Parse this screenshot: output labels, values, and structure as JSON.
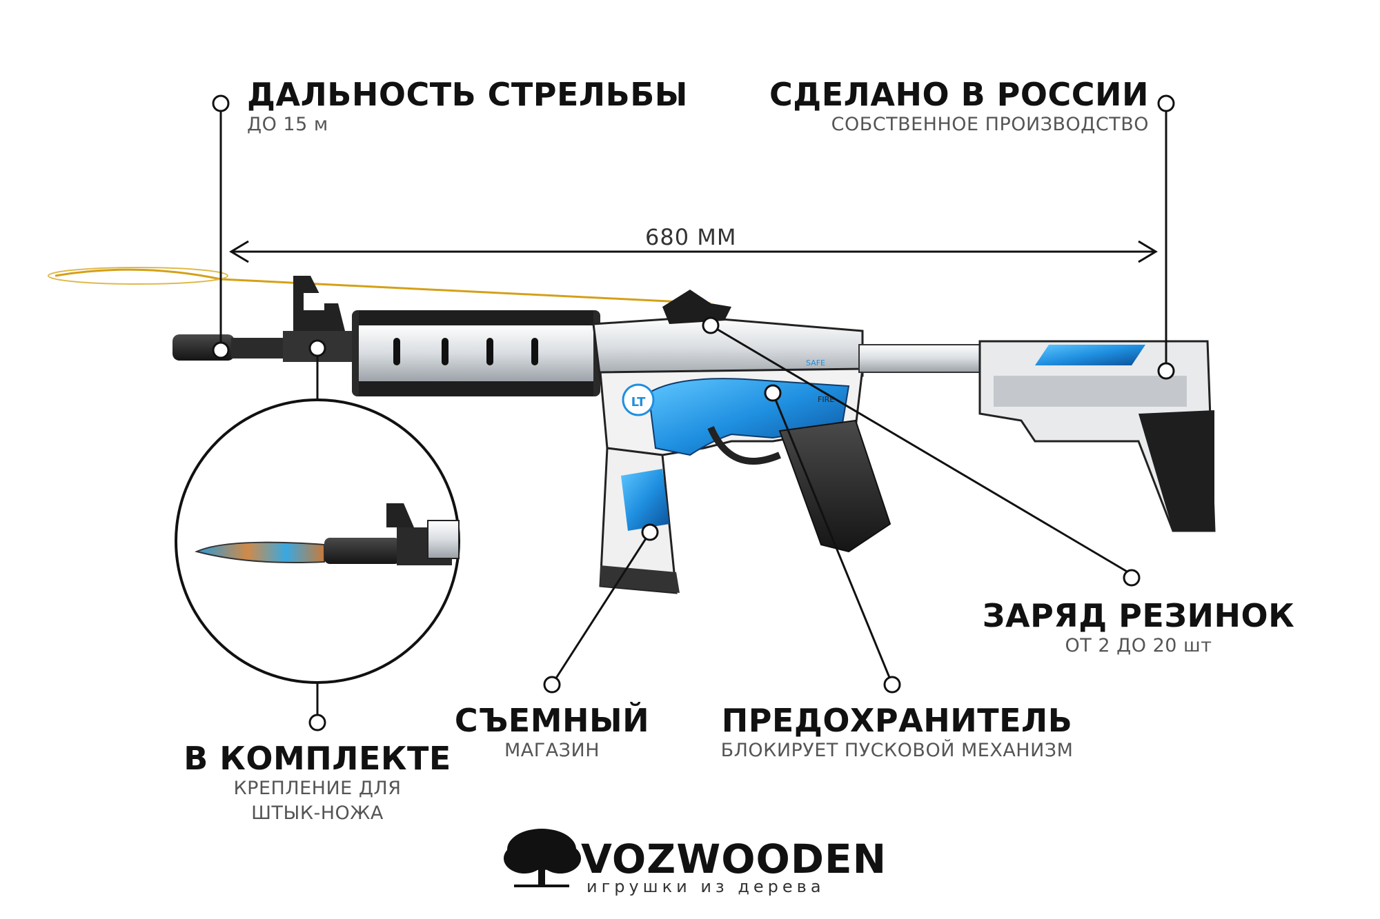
{
  "callouts": {
    "range": {
      "title": "ДАЛЬНОСТЬ СТРЕЛЬБЫ",
      "sub": "ДО 15 м"
    },
    "made": {
      "title": "СДЕЛАНО В РОССИИ",
      "sub": "СОБСТВЕННОЕ ПРОИЗВОДСТВО"
    },
    "charge": {
      "title": "ЗАРЯД РЕЗИНОК",
      "sub": "ОТ 2 ДО 20 шт"
    },
    "magazine": {
      "title": "СЪЕМНЫЙ",
      "sub": "МАГАЗИН"
    },
    "safety": {
      "title": "ПРЕДОХРАНИТЕЛЬ",
      "sub": "БЛОКИРУЕТ ПУСКОВОЙ МЕХАНИЗМ"
    },
    "kit": {
      "title": "В КОМПЛЕКТЕ",
      "sub_line1": "КРЕПЛЕНИЕ ДЛЯ",
      "sub_line2": "ШТЫК-НОЖА"
    }
  },
  "dimension": "680 ММ",
  "rifle_marks": {
    "logo": "LT",
    "safe": "SAFE",
    "fire": "FIRE"
  },
  "brand": {
    "name": "VOZWOODEN",
    "tagline": "игрушки из дерева"
  },
  "icons": [
    "tree-logo-icon",
    "rifle-illustration",
    "bayonet-knife-illustration"
  ],
  "colors": {
    "accent_blue": "#1f8fe0",
    "dark": "#1a1a1a",
    "gold": "#d4a017"
  }
}
